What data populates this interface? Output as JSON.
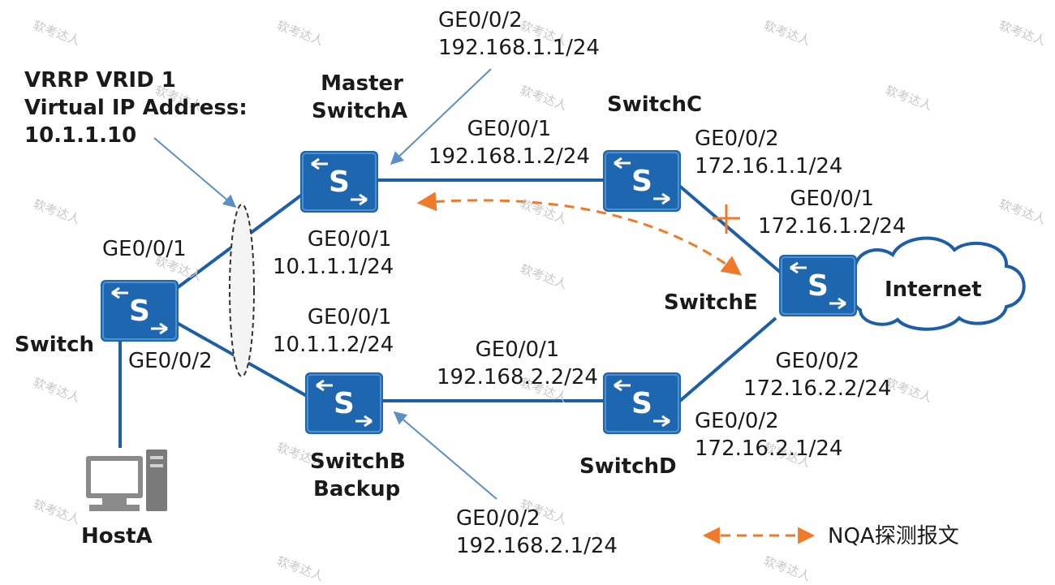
{
  "vrrp": {
    "line1": "VRRP VRID 1",
    "line2": "Virtual IP Address:",
    "line3": "10.1.1.10"
  },
  "nodes": {
    "switch": "Switch",
    "hosta": "HostA",
    "switcha": {
      "role": "Master",
      "name": "SwitchA"
    },
    "switchb": {
      "name": "SwitchB",
      "role": "Backup"
    },
    "switchc": "SwitchC",
    "switchd": "SwitchD",
    "switche": "SwitchE",
    "internet": "Internet"
  },
  "interfaces": {
    "switch_ge1": "GE0/0/1",
    "switch_ge2": "GE0/0/2",
    "a_ge1": {
      "port": "GE0/0/1",
      "ip": "10.1.1.1/24"
    },
    "b_ge1": {
      "port": "GE0/0/1",
      "ip": "10.1.1.2/24"
    },
    "a_ge2": {
      "port": "GE0/0/2",
      "ip": "192.168.1.1/24"
    },
    "c_ge1": {
      "port": "GE0/0/1",
      "ip": "192.168.1.2/24"
    },
    "c_ge2": {
      "port": "GE0/0/2",
      "ip": "172.16.1.1/24"
    },
    "e_ge1": {
      "port": "GE0/0/1",
      "ip": "172.16.1.2/24"
    },
    "e_ge2": {
      "port": "GE0/0/2",
      "ip": "172.16.2.2/24"
    },
    "d_ge2": {
      "port": "GE0/0/2",
      "ip": "172.16.2.1/24"
    },
    "d_ge1": {
      "port": "GE0/0/1",
      "ip": "192.168.2.2/24"
    },
    "b_ge2": {
      "port": "GE0/0/2",
      "ip": "192.168.2.1/24"
    }
  },
  "legend": {
    "nqa": "NQA探测报文"
  },
  "watermark": "软考达人",
  "colors": {
    "switch_fill": "#1f66b0",
    "link": "#1c5fa8",
    "nqa_arrow": "#f07a2a",
    "fault_mark": "#f07a2a",
    "pointer": "#5a8fc6"
  },
  "icons": [
    "switch-icon",
    "computer-icon",
    "cloud-icon"
  ]
}
